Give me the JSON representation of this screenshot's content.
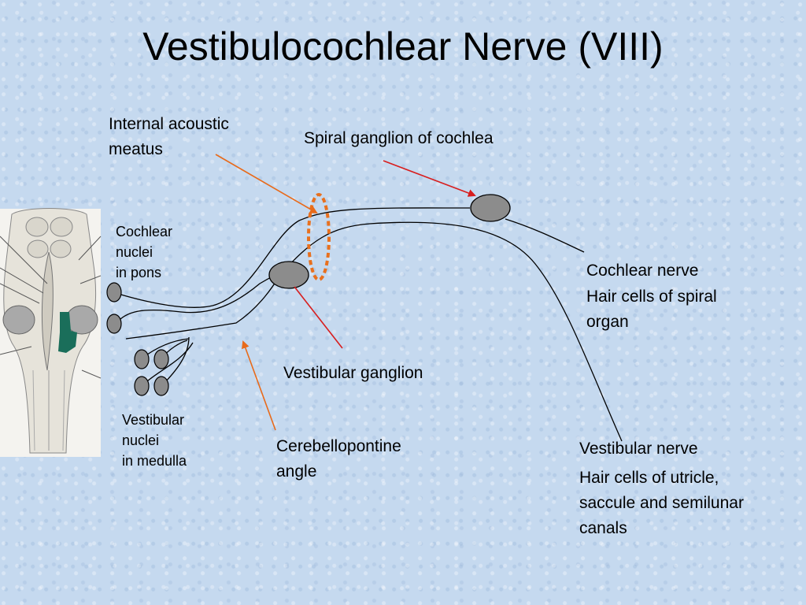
{
  "title": "Vestibulocochlear Nerve (VIII)",
  "labels": {
    "internal_acoustic_meatus": [
      "Internal acoustic",
      "meatus"
    ],
    "spiral_ganglion": "Spiral ganglion of cochlea",
    "cochlear_nuclei": [
      "Cochlear",
      "nuclei",
      "in pons"
    ],
    "cochlear_nerve": "Cochlear nerve",
    "hair_cells_spiral": [
      "Hair cells of spiral",
      "organ"
    ],
    "vestibular_ganglion": "Vestibular ganglion",
    "vestibular_nuclei": [
      "Vestibular",
      "nuclei",
      "in medulla"
    ],
    "cerebellopontine_angle": [
      "Cerebellopontine",
      "angle"
    ],
    "vestibular_nerve": "Vestibular nerve",
    "hair_cells_utricle": [
      "Hair cells of utricle,",
      "saccule and semilunar",
      "canals"
    ]
  },
  "colors": {
    "ganglion_fill": "#8c8c8c",
    "arrow_orange": "#e86a1a",
    "arrow_red": "#d81e1e",
    "meatus_ring": "#e8701e",
    "highlight_green": "#1a6e5a"
  }
}
